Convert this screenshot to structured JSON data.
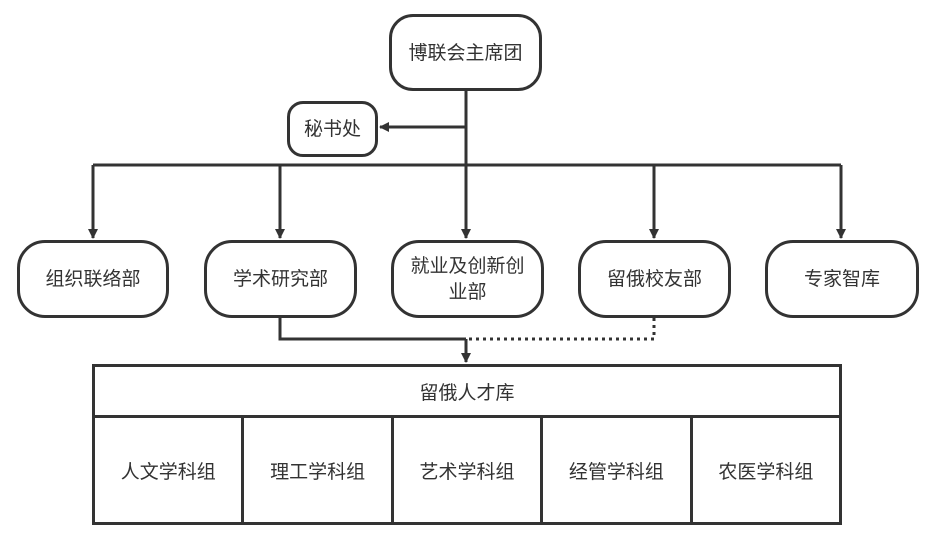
{
  "root": {
    "label": "博联会主席团"
  },
  "secretariat": {
    "label": "秘书处"
  },
  "departments": [
    {
      "label": "组织联络部"
    },
    {
      "label": "学术研究部"
    },
    {
      "label": "就业及创新创业部"
    },
    {
      "label": "留俄校友部"
    },
    {
      "label": "专家智库"
    }
  ],
  "talent_pool": {
    "title": "留俄人才库",
    "groups": [
      {
        "label": "人文学科组"
      },
      {
        "label": "理工学科组"
      },
      {
        "label": "艺术学科组"
      },
      {
        "label": "经管学科组"
      },
      {
        "label": "农医学科组"
      }
    ]
  },
  "colors": {
    "line": "#333333",
    "background": "#ffffff"
  }
}
